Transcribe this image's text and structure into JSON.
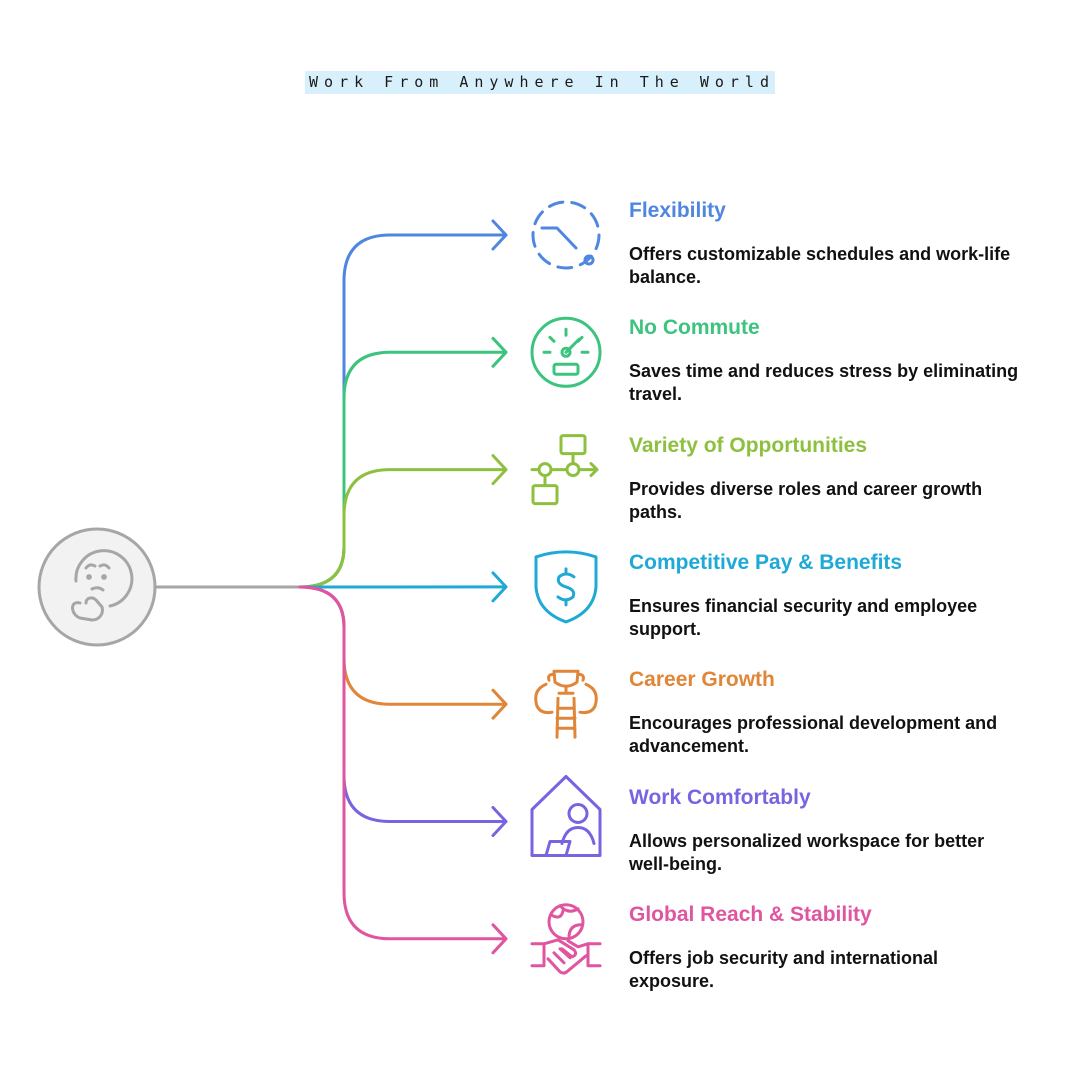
{
  "title": "Work From Anywhere In The World",
  "center": {
    "icon": "thinking-face-icon",
    "fill": "#f2f2f2",
    "stroke": "#a6a6a6"
  },
  "items": [
    {
      "title": "Flexibility",
      "description": "Offers customizable schedules and work-life balance.",
      "color": "#4f86df",
      "icon": "clock-icon"
    },
    {
      "title": "No Commute",
      "description": "Saves time and reduces stress by eliminating travel.",
      "color": "#3cc47f",
      "icon": "speedometer-icon"
    },
    {
      "title": "Variety of Opportunities",
      "description": "Provides diverse roles and career growth paths.",
      "color": "#8ec040",
      "icon": "flowchart-icon"
    },
    {
      "title": "Competitive Pay & Benefits",
      "description": "Ensures financial security and employee support.",
      "color": "#1ea9d6",
      "icon": "shield-dollar-icon"
    },
    {
      "title": "Career Growth",
      "description": "Encourages professional development and advancement.",
      "color": "#e08638",
      "icon": "trophy-ladder-icon"
    },
    {
      "title": "Work Comfortably",
      "description": "Allows personalized workspace for better well-being.",
      "color": "#7a63e0",
      "icon": "home-office-icon"
    },
    {
      "title": "Global Reach & Stability",
      "description": "Offers job security and international exposure.",
      "color": "#e0559f",
      "icon": "globe-handshake-icon"
    }
  ]
}
